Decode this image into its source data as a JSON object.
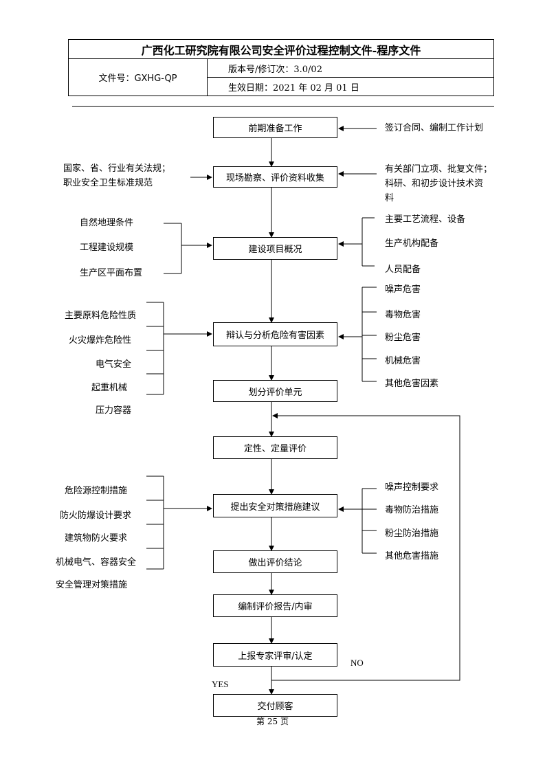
{
  "header": {
    "title": "广西化工研究院有限公司安全评价过程控制文件-程序文件",
    "file_no": "文件号：GXHG-QP",
    "version": "版本号/修订次：3.0/02",
    "effective_date": "生效日期：2021 年 02 月 01 日"
  },
  "flow": {
    "steps": [
      "前期准备工作",
      "现场勘察、评价资料收集",
      "建设项目概况",
      "辩认与分析危险有害因素",
      "划分评价单元",
      "定性、定量评价",
      "提出安全对策措施建议",
      "做出评价结论",
      "编制评价报告/内审",
      "上报专家评审/认定",
      "交付顾客"
    ],
    "step1_right": "签订合同、编制工作计划",
    "step2_left": [
      "国家、省、行业有关法规；",
      "职业安全卫生标准规范"
    ],
    "step2_right": [
      "有关部门立项、批复文件；",
      "科研、和初步设计技术资",
      "料"
    ],
    "step3_left": [
      "自然地理条件",
      "工程建设规模",
      "生产区平面布置"
    ],
    "step3_right": [
      "主要工艺流程、设备",
      "生产机构配备",
      "人员配备"
    ],
    "step4_left": [
      "主要原料危险性质",
      "火灾爆炸危险性",
      "电气安全",
      "起重机械",
      "压力容器"
    ],
    "step4_right": [
      "噪声危害",
      "毒物危害",
      "粉尘危害",
      "机械危害",
      "其他危害因素"
    ],
    "step7_left": [
      "危险源控制措施",
      "防火防爆设计要求",
      "建筑物防火要求",
      "机械电气、容器安全",
      "安全管理对策措施"
    ],
    "step7_right": [
      "噪声控制要求",
      "毒物防治措施",
      "粉尘防治措施",
      "其他危害措施"
    ],
    "no_label": "NO",
    "yes_label": "YES"
  },
  "footer": {
    "page": "第 25 页"
  }
}
